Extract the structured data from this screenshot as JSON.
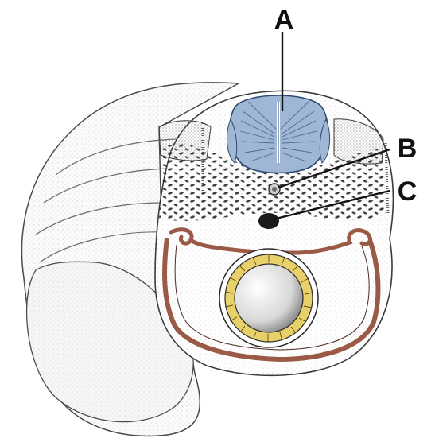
{
  "labels": {
    "a": "A",
    "b": "B",
    "c": "C"
  },
  "colors": {
    "outline": "#3a3a3a",
    "stipple": "#8a8a8a",
    "neural_tube": "#9fb6d4",
    "neural_tube_lines": "#4d6a92",
    "body_wall": "#9a5a45",
    "gut_ring": "#e8d06a",
    "notochord": "#1a1a1a"
  },
  "icons": {
    "figure": "embryo-cross-section"
  }
}
